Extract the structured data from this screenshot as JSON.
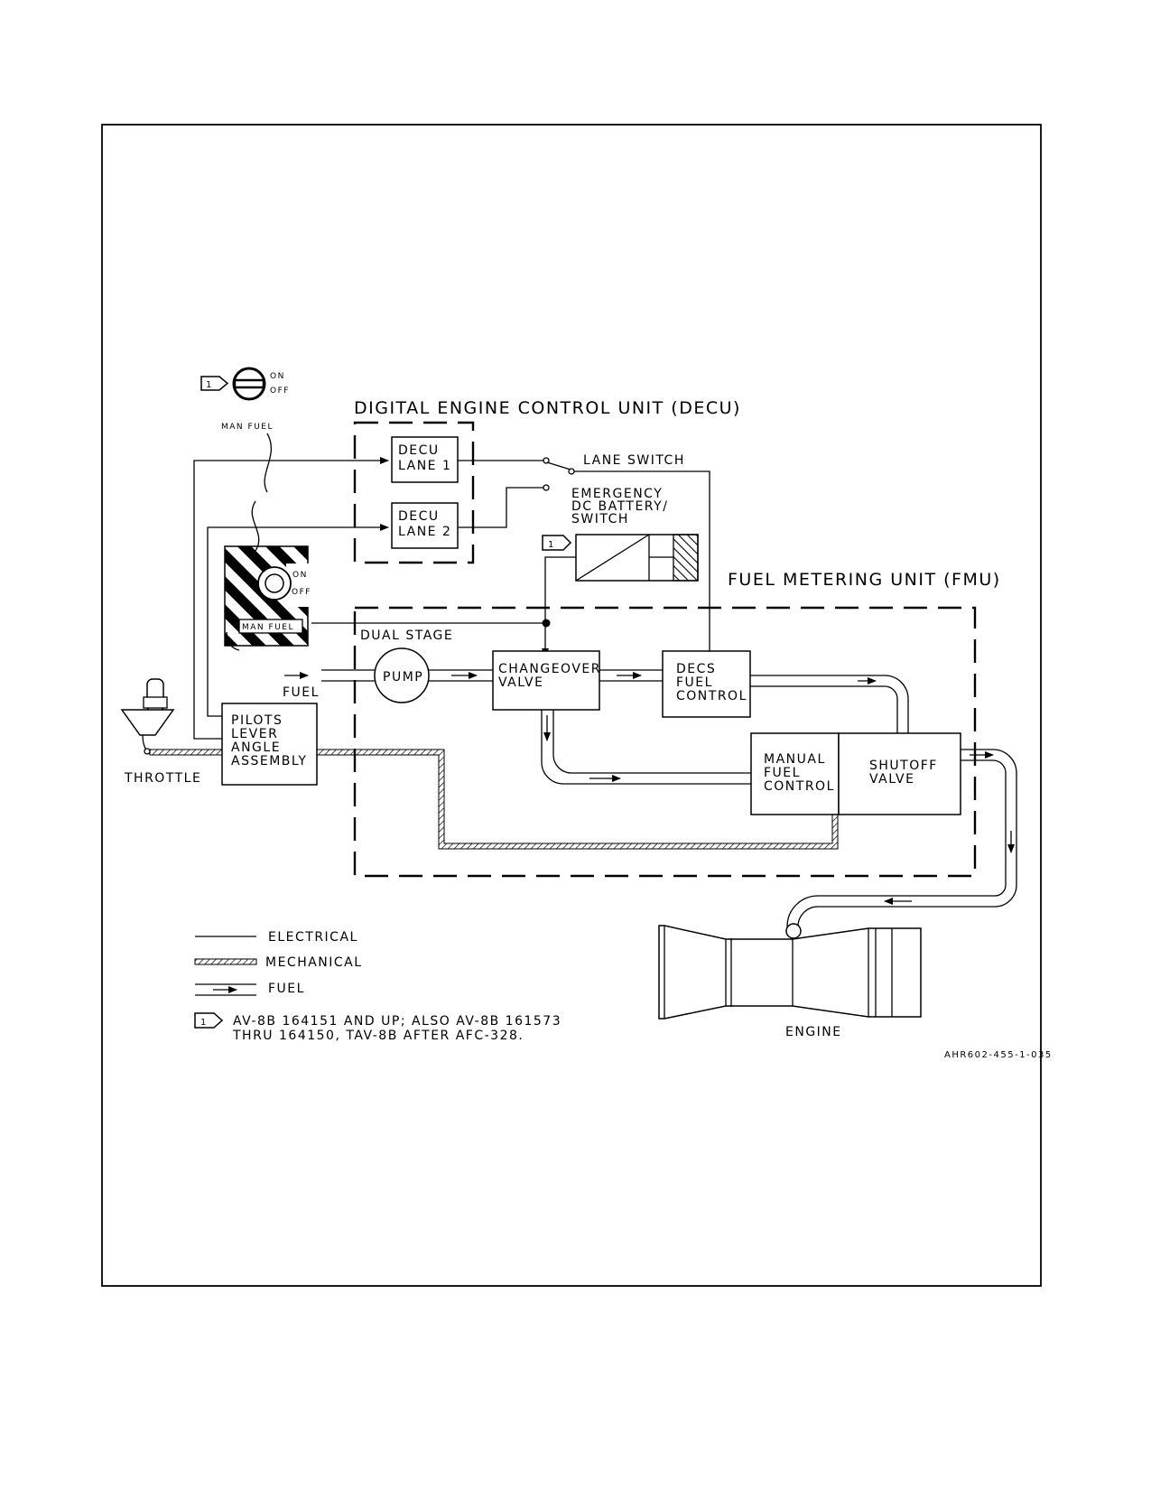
{
  "titles": {
    "decu": "DIGITAL ENGINE CONTROL UNIT (DECU)",
    "fmu": "FUEL METERING UNIT (FMU)"
  },
  "switch_small": {
    "badge": "1",
    "on": "ON",
    "off": "OFF",
    "label": "MAN FUEL"
  },
  "panel_switch": {
    "on": "ON",
    "off": "OFF",
    "label": "MAN FUEL"
  },
  "decu_lane1": [
    "DECU",
    "LANE 1"
  ],
  "decu_lane2": [
    "DECU",
    "LANE 2"
  ],
  "lane_switch": "LANE SWITCH",
  "emergency": [
    "EMERGENCY",
    "DC BATTERY/",
    "SWITCH"
  ],
  "emergency_badge": "1",
  "dual_stage": "DUAL STAGE",
  "pump": "PUMP",
  "fuel_in": "FUEL",
  "changeover": [
    "CHANGEOVER",
    "VALVE"
  ],
  "decs": [
    "DECS",
    "FUEL",
    "CONTROL"
  ],
  "manual": [
    "MANUAL",
    "FUEL",
    "CONTROL"
  ],
  "shutoff": [
    "SHUTOFF",
    "VALVE"
  ],
  "pla": [
    "PILOTS",
    "LEVER",
    "ANGLE",
    "ASSEMBLY"
  ],
  "throttle": "THROTTLE",
  "engine": "ENGINE",
  "legend": {
    "electrical": "ELECTRICAL",
    "mechanical": "MECHANICAL",
    "fuel": "FUEL",
    "note_badge": "1",
    "note_line1": "AV-8B 164151 AND UP; ALSO AV-8B 161573",
    "note_line2": "THRU 164150, TAV-8B AFTER AFC-328."
  },
  "figure_ref": "AHR602-455-1-035"
}
